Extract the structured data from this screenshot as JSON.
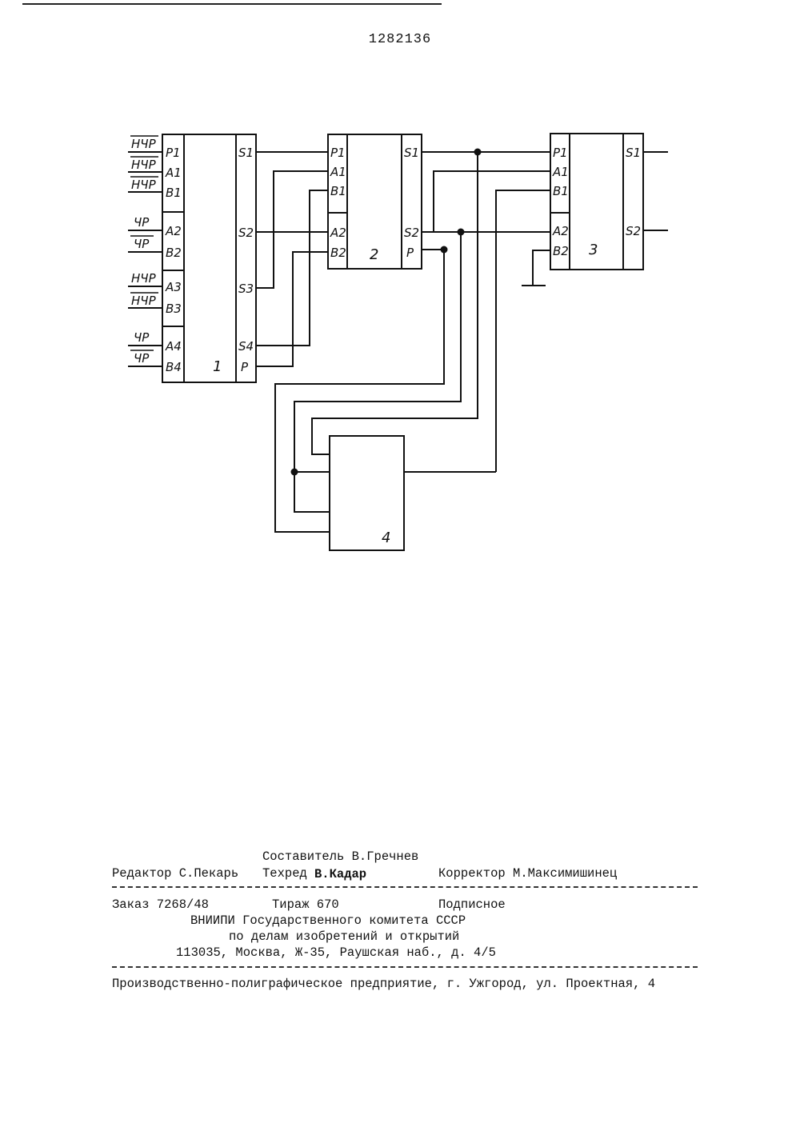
{
  "header": {
    "patent_number": "1282136"
  },
  "diagram": {
    "blocks": [
      {
        "id": "1",
        "left_pins": [
          "P1",
          "A1",
          "B1",
          "A2",
          "B2",
          "A3",
          "B3",
          "A4",
          "B4"
        ],
        "right_pins": [
          "S1",
          "S2",
          "S3",
          "S4",
          "P"
        ]
      },
      {
        "id": "2",
        "left_pins": [
          "P1",
          "A1",
          "B1",
          "A2",
          "B2"
        ],
        "right_pins": [
          "S1",
          "S2",
          "P"
        ]
      },
      {
        "id": "3",
        "left_pins": [
          "P1",
          "A1",
          "B1",
          "A2",
          "B2"
        ],
        "right_pins": [
          "S1",
          "S2"
        ]
      },
      {
        "id": "4"
      }
    ],
    "input_labels": [
      "НЧР",
      "НЧР",
      "НЧР",
      "ЧР",
      "ЧР",
      "НЧР",
      "НЧР",
      "ЧР",
      "ЧР"
    ]
  },
  "footer": {
    "compiler": "Составитель В.Гречнев",
    "editor": "Редактор С.Пекарь",
    "techred_label": "Техред",
    "techred_name": "В.Кадар",
    "corrector": "Корректор М.Максимишинец",
    "order": "Заказ 7268/48",
    "circulation": "Тираж 670",
    "subscription": "Подписное",
    "org_line1": "ВНИИПИ Государственного комитета СССР",
    "org_line2": "по делам изобретений и открытий",
    "address": "113035, Москва, Ж-35, Раушская наб., д. 4/5",
    "printer": "Производственно-полиграфическое предприятие, г. Ужгород, ул. Проектная, 4"
  }
}
